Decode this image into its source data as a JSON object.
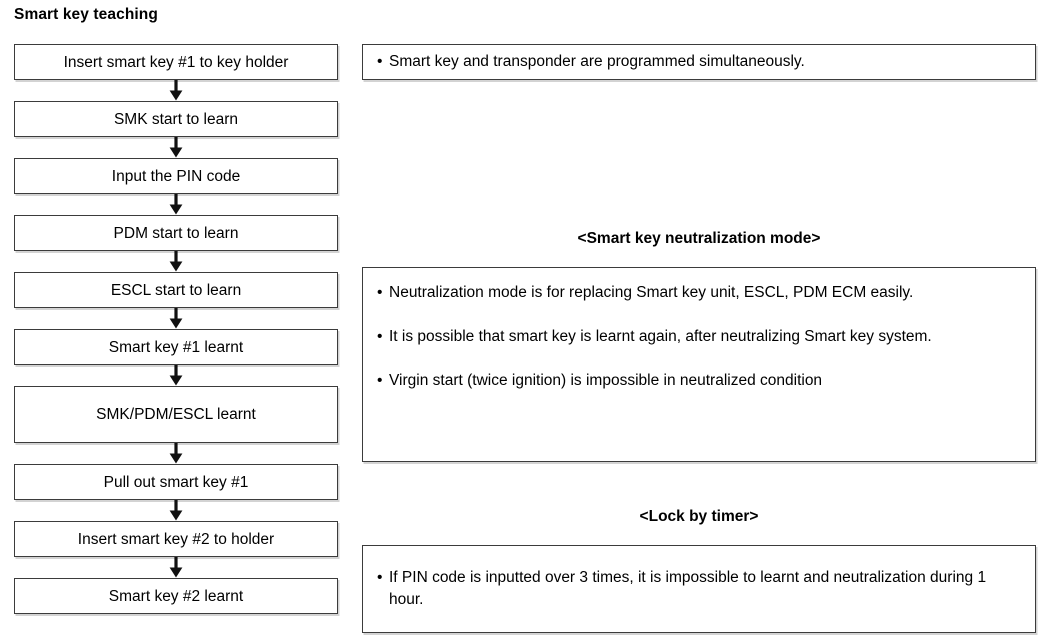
{
  "page": {
    "title": "Smart key teaching"
  },
  "flow": {
    "arrow_icon": "down-arrow-icon",
    "nodes": [
      {
        "label": "Insert smart key #1 to key holder",
        "lines": 1
      },
      {
        "label": "SMK start to learn",
        "lines": 1
      },
      {
        "label": "Input the PIN code",
        "lines": 1
      },
      {
        "label": "PDM start to learn",
        "lines": 1
      },
      {
        "label": "ESCL start to learn",
        "lines": 1
      },
      {
        "label": "Smart key #1 learnt",
        "lines": 1
      },
      {
        "label": "SMK/PDM/ESCL learnt",
        "lines": 2
      },
      {
        "label": "Pull out smart key #1",
        "lines": 1
      },
      {
        "label": "Insert smart key #2 to holder",
        "lines": 1
      },
      {
        "label": "Smart key #2 learnt",
        "lines": 1
      }
    ]
  },
  "notes": {
    "bullet_glyph": "•",
    "programming": {
      "items": [
        "Smart key and transponder are programmed simultaneously."
      ]
    },
    "neutralization": {
      "heading": "<Smart key neutralization mode>",
      "items": [
        "Neutralization mode is for replacing Smart key unit, ESCL, PDM ECM easily.",
        "It is possible that smart key is learnt again, after neutralizing Smart key system.",
        "Virgin start (twice ignition) is impossible in neutralized condition"
      ]
    },
    "lock_by_timer": {
      "heading": "<Lock by timer>",
      "items": [
        "If PIN code is inputted over 3 times, it is impossible to learnt and neutralization during 1 hour."
      ]
    }
  },
  "colors": {
    "border": "#3b3b3b",
    "shadow": "#d3d3d3",
    "text": "#000000",
    "background": "#ffffff"
  }
}
